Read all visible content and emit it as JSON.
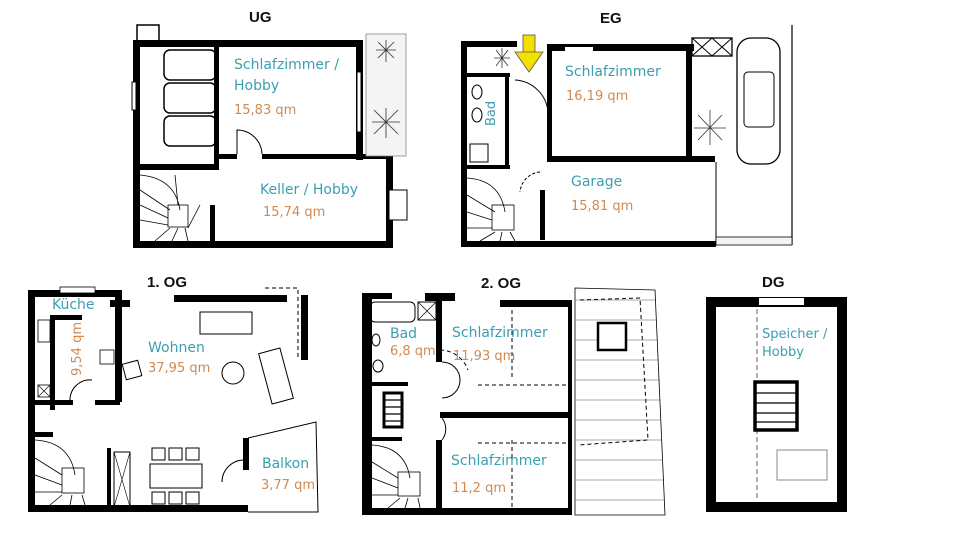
{
  "colors": {
    "room_name": "#3a9fb0",
    "room_area": "#d08a52",
    "wall": "#000000",
    "entrance_arrow": "#f2e000"
  },
  "floors": {
    "ug": {
      "title": "UG",
      "rooms": [
        {
          "name_line1": "Schlafzimmer /",
          "name_line2": "Hobby",
          "area": "15,83 qm"
        },
        {
          "name": "Keller / Hobby",
          "area": "15,74 qm"
        }
      ]
    },
    "eg": {
      "title": "EG",
      "rooms": [
        {
          "name": "Bad"
        },
        {
          "name": "Schlafzimmer",
          "area": "16,19 qm"
        },
        {
          "name": "Garage",
          "area": "15,81 qm"
        }
      ],
      "entrance_icon": "arrow-down-icon"
    },
    "og1": {
      "title": "1. OG",
      "rooms": [
        {
          "name": "Küche",
          "area": "9,54 qm"
        },
        {
          "name": "Wohnen",
          "area": "37,95 qm"
        },
        {
          "name": "Balkon",
          "area": "3,77 qm"
        }
      ]
    },
    "og2": {
      "title": "2. OG",
      "rooms": [
        {
          "name": "Bad",
          "area": "6,8 qm"
        },
        {
          "name": "Schlafzimmer",
          "area": "11,93 qm"
        },
        {
          "name": "Schlafzimmer",
          "area": "11,2 qm"
        }
      ]
    },
    "dg": {
      "title": "DG",
      "rooms": [
        {
          "name_line1": "Speicher /",
          "name_line2": "Hobby"
        }
      ]
    }
  }
}
